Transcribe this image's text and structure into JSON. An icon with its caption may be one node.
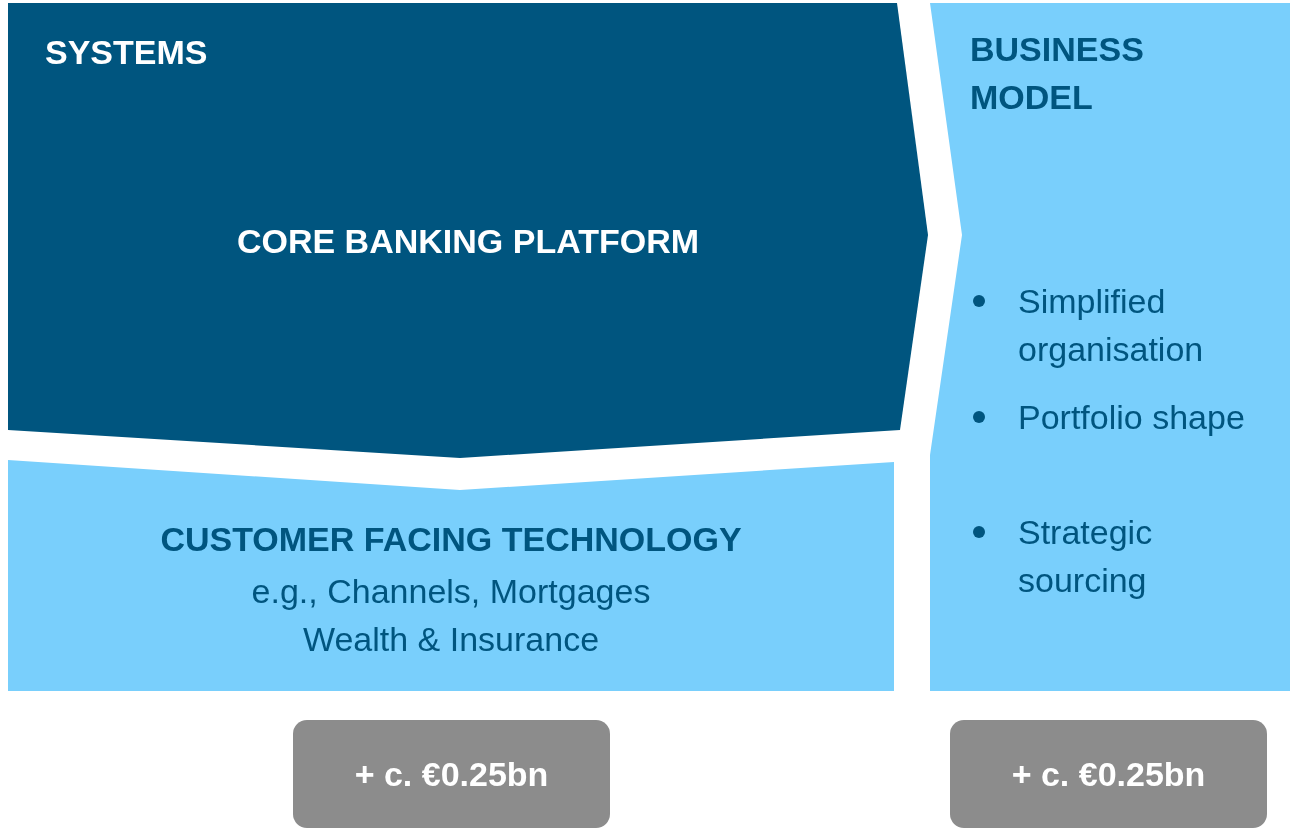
{
  "diagram": {
    "nodes": [
      {
        "text": [
          "SYSTEMS",
          "CORE BANKING PLATFORM"
        ]
      },
      {
        "text": [
          "CUSTOMER FACING TECHNOLOGY",
          "e.g., Channels,  Mortgages Wealth & Insurance"
        ]
      },
      {
        "text": [
          "BUSINESS MODEL",
          "Simplified organisation",
          "Portfolio shape",
          "Strategic sourcing"
        ]
      },
      {
        "text": [
          "+ c. €0.25bn"
        ]
      },
      {
        "text": [
          "+ c. €0.25bn"
        ]
      }
    ],
    "edges": []
  }
}
